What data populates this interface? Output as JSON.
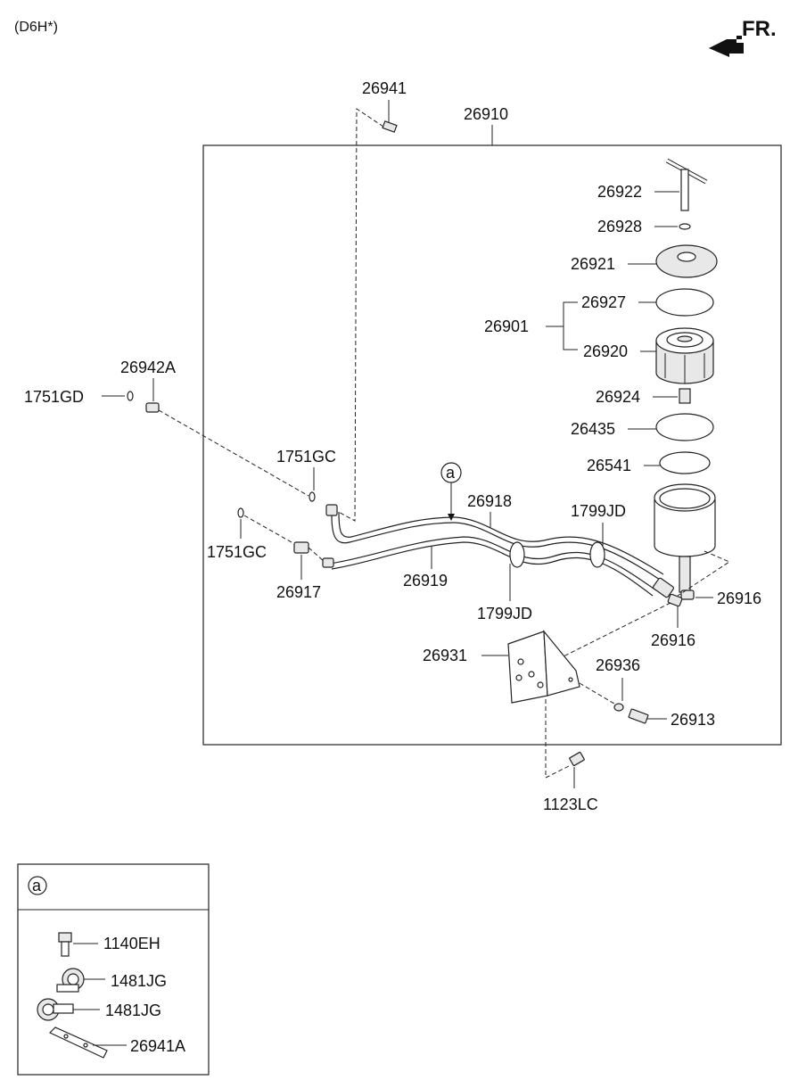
{
  "header": {
    "variant": "(D6H*)",
    "direction": "FR."
  },
  "labels": {
    "p26941": "26941",
    "p26910": "26910",
    "p26922": "26922",
    "p26928": "26928",
    "p26921": "26921",
    "p26927": "26927",
    "p26901": "26901",
    "p26920": "26920",
    "p26924": "26924",
    "p26435": "26435",
    "p26541": "26541",
    "p26942A": "26942A",
    "p1751GD": "1751GD",
    "p1751GC_a": "1751GC",
    "p1751GC_b": "1751GC",
    "p26917": "26917",
    "p26918": "26918",
    "p26919": "26919",
    "p1799JD_a": "1799JD",
    "p1799JD_b": "1799JD",
    "p26916_a": "26916",
    "p26916_b": "26916",
    "p26931": "26931",
    "p26936": "26936",
    "p26913": "26913",
    "p1123LC": "1123LC",
    "callout": "a"
  },
  "detail": {
    "marker": "a",
    "items": [
      "1140EH",
      "1481JG",
      "1481JG",
      "26941A"
    ]
  },
  "icons": {
    "fr_arrow": "fr-arrow-icon",
    "callout": "callout-circle-icon"
  }
}
